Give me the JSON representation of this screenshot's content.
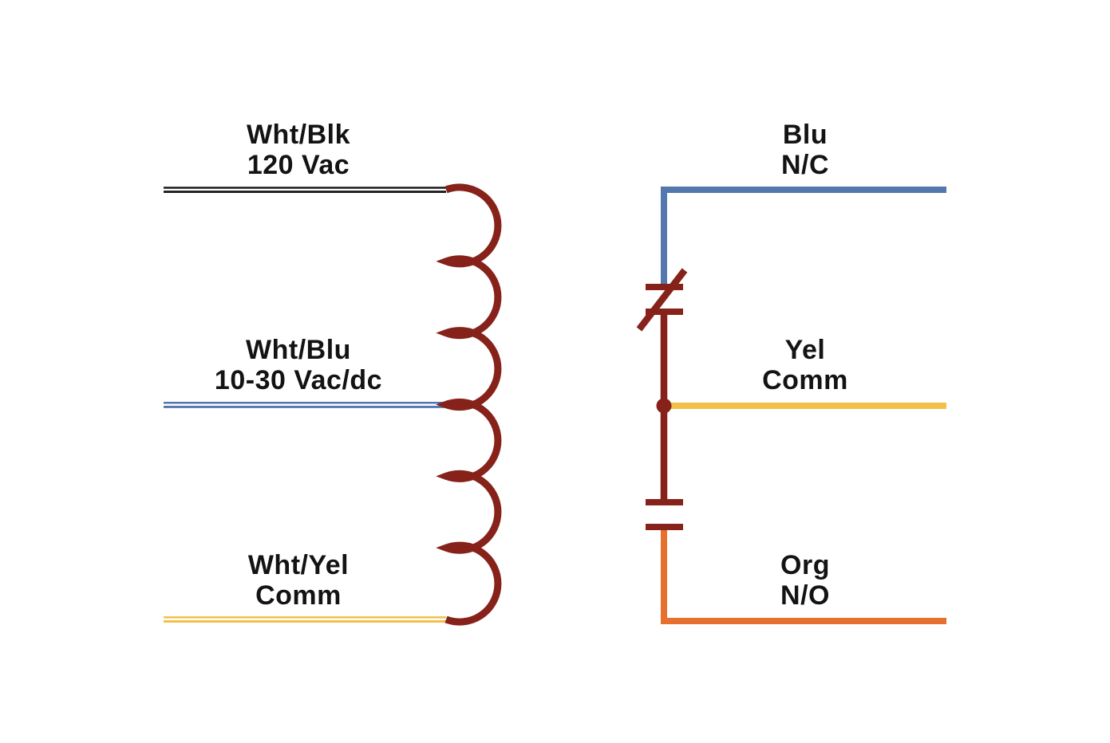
{
  "colors": {
    "background": "#ffffff",
    "text": "#131313",
    "black_wire": "#1a1a1a",
    "blue_wire": "#5377ae",
    "yellow_wire": "#f2c04a",
    "orange_wire": "#e8702e",
    "coil_red": "#862219"
  },
  "left_terminals": [
    {
      "line1": "Wht/Blk",
      "line2": "120 Vac"
    },
    {
      "line1": "Wht/Blu",
      "line2": "10-30 Vac/dc"
    },
    {
      "line1": "Wht/Yel",
      "line2": "Comm"
    }
  ],
  "right_terminals": [
    {
      "line1": "Blu",
      "line2": "N/C"
    },
    {
      "line1": "Yel",
      "line2": "Comm"
    },
    {
      "line1": "Org",
      "line2": "N/O"
    }
  ]
}
